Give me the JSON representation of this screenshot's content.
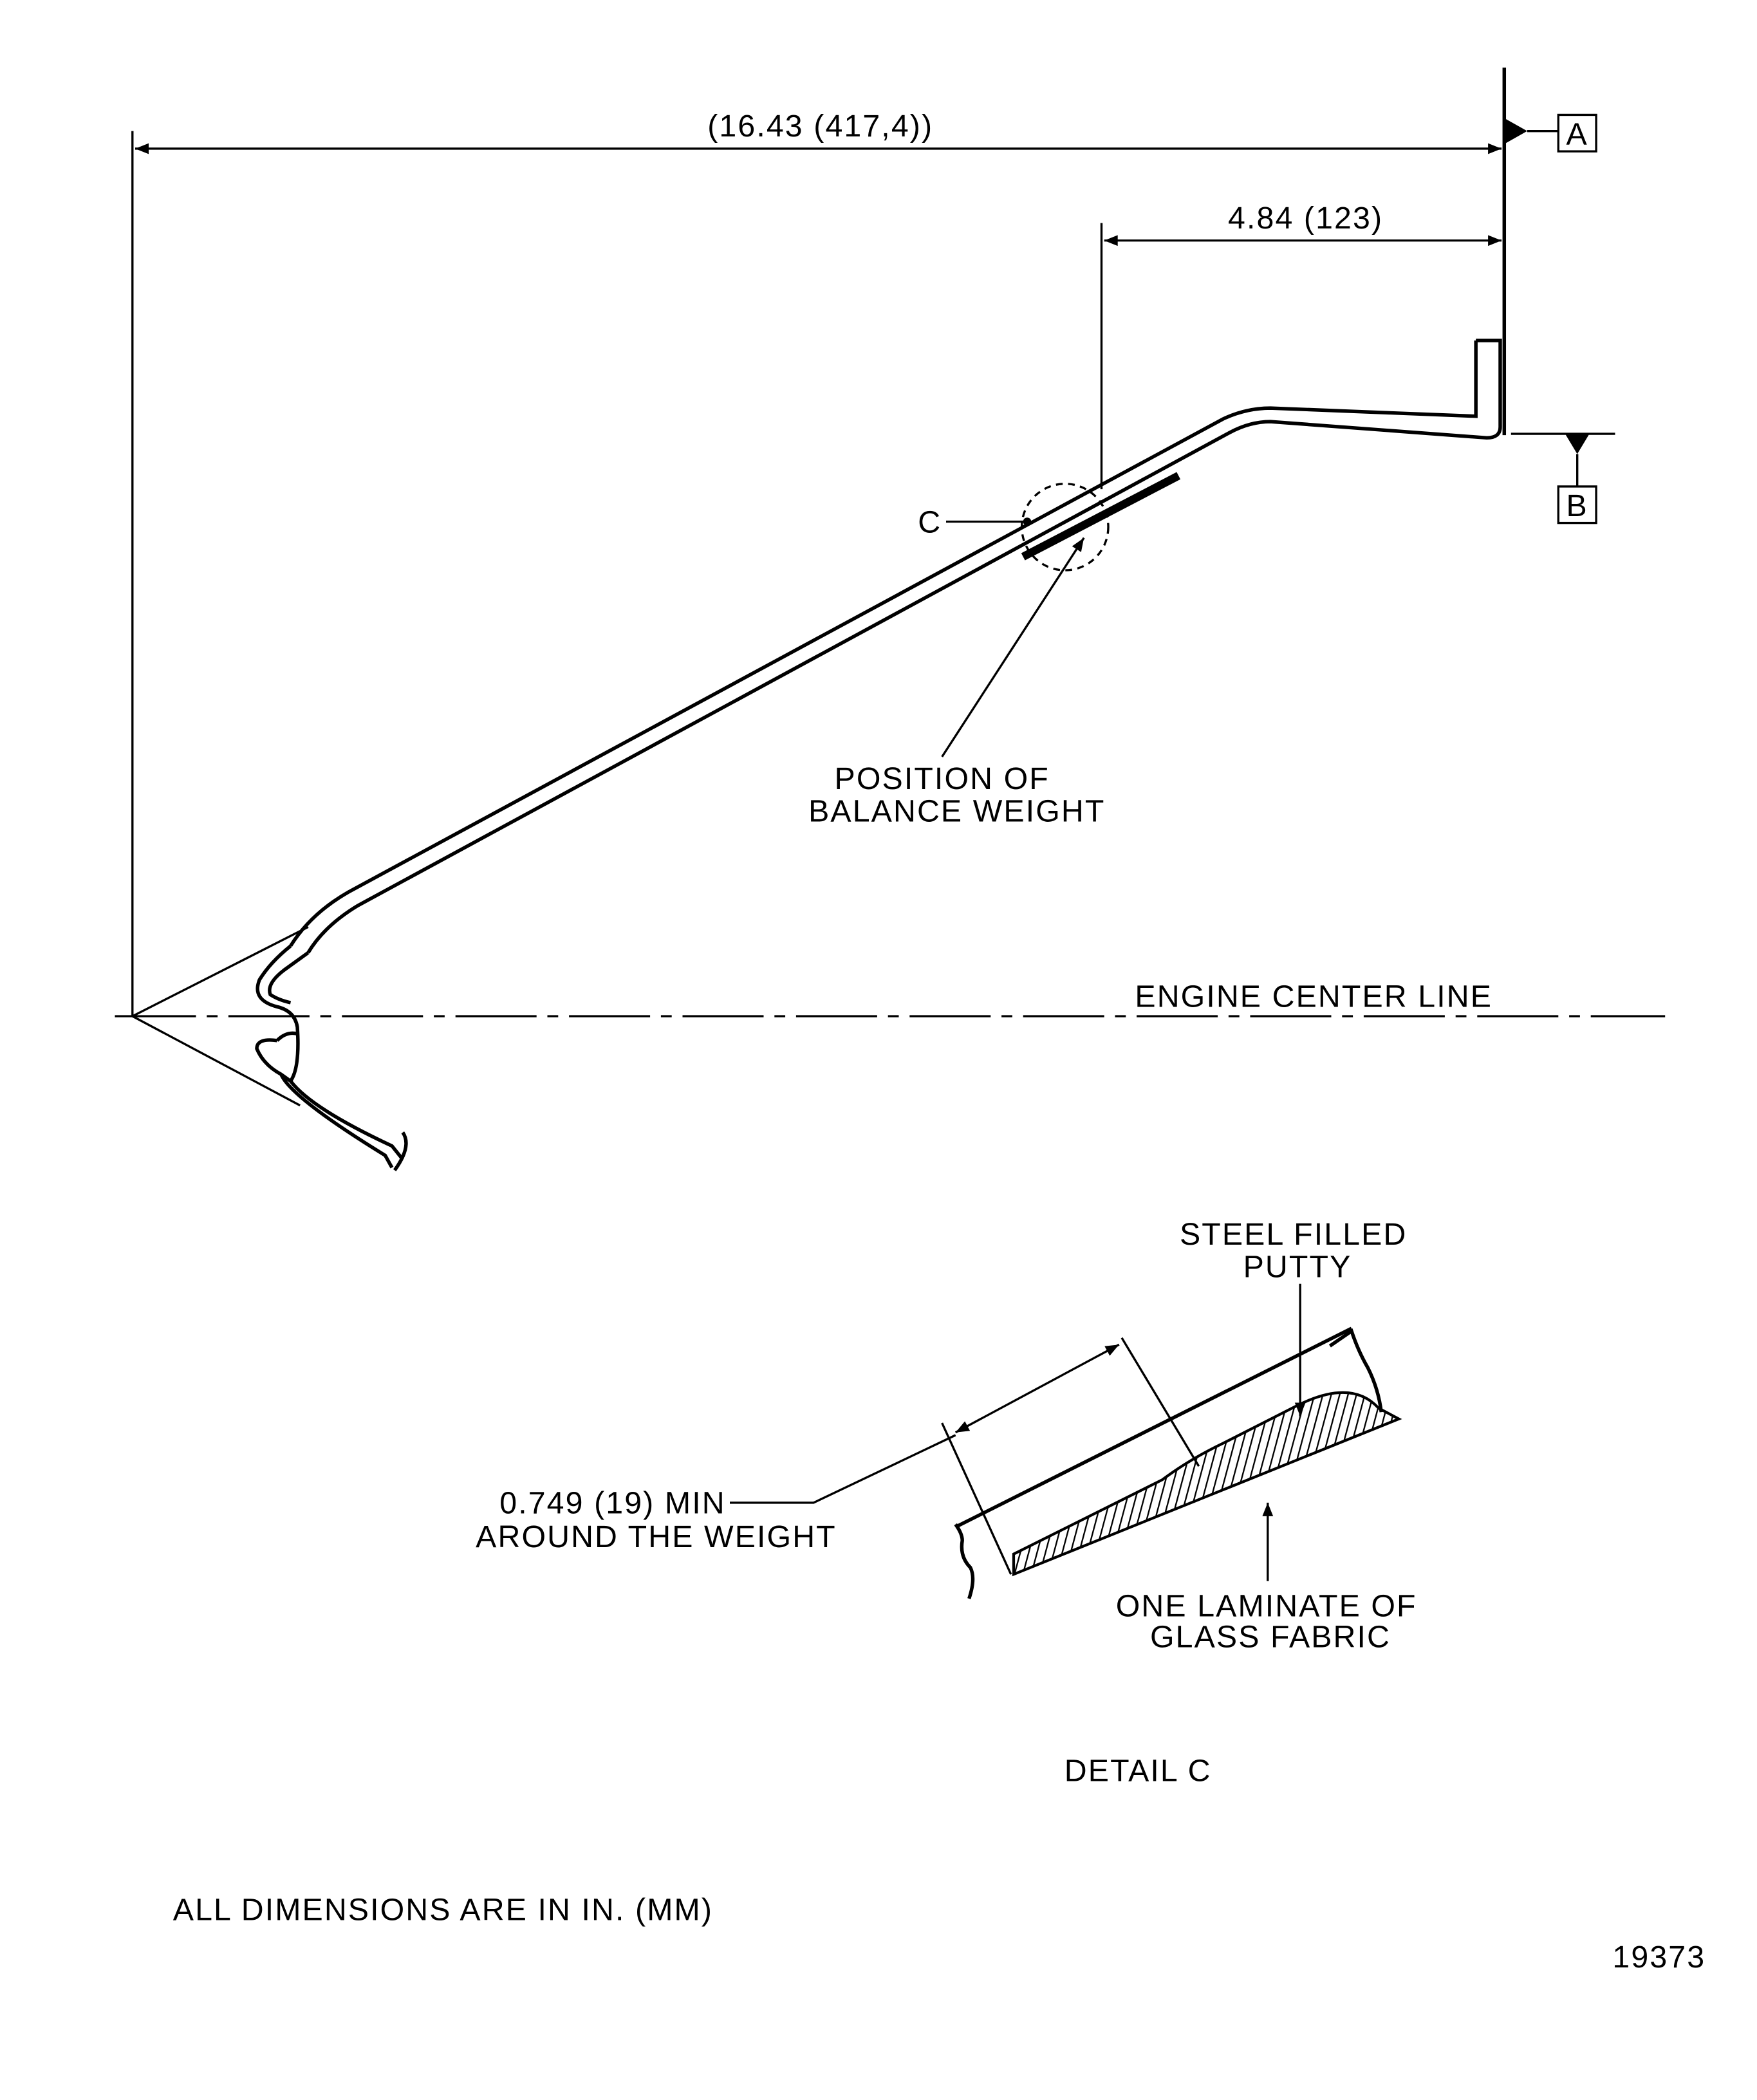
{
  "dimensions": {
    "overall": "(16.43 (417,4))",
    "datum_offset": "4.84 (123)",
    "weight_min": "0.749 (19)  MIN",
    "weight_min_line2": "AROUND  THE  WEIGHT"
  },
  "datums": {
    "a": "A",
    "b": "B"
  },
  "labels": {
    "detail_ref": "C",
    "balance_weight_1": "POSITION  OF",
    "balance_weight_2": "BALANCE  WEIGHT",
    "center_line": "ENGINE  CENTER  LINE",
    "putty_1": "STEEL  FILLED",
    "putty_2": "PUTTY",
    "laminate_1": "ONE  LAMINATE  OF",
    "laminate_2": "GLASS  FABRIC",
    "detail_title": "DETAIL  C"
  },
  "notes": {
    "units": "ALL  DIMENSIONS  ARE  IN  IN.  (MM)",
    "figure_number": "19373"
  }
}
